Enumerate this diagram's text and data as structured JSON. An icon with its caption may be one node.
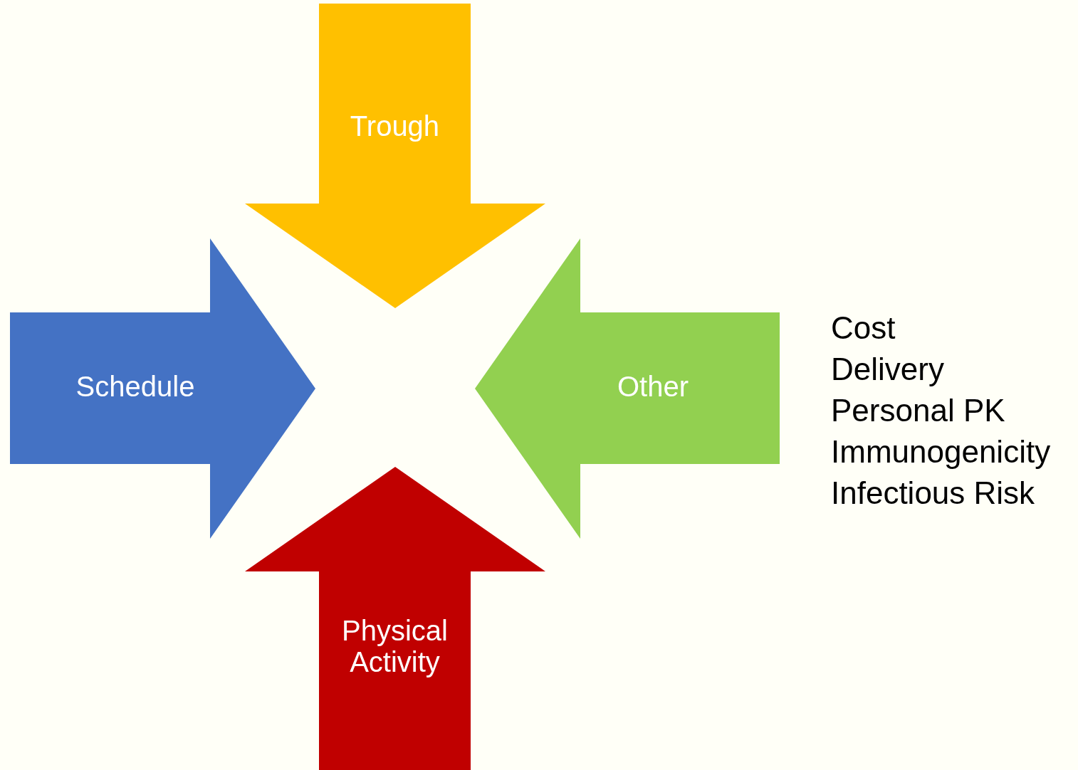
{
  "diagram": {
    "nodes": [
      {
        "text": [
          "Trough"
        ]
      },
      {
        "text": [
          "Schedule"
        ]
      },
      {
        "text": [
          "Other"
        ]
      },
      {
        "text": [
          "Physical Activity"
        ]
      }
    ],
    "labels": [
      "Cost",
      "Delivery",
      "Personal PK",
      "Immunogenicity",
      "Infectious Risk"
    ]
  }
}
